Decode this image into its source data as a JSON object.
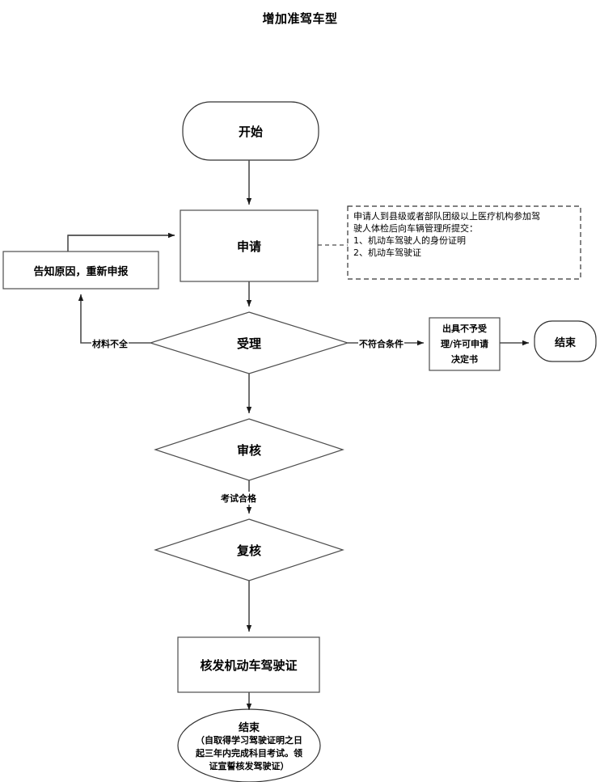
{
  "document": {
    "title": "增加准驾车型"
  },
  "nodes": {
    "start": {
      "label": "开始",
      "shape": "rounded-terminator"
    },
    "apply": {
      "label": "申请",
      "shape": "process"
    },
    "notify_reapply": {
      "label": "告知原因，重新申报",
      "shape": "process"
    },
    "accept": {
      "label": "受理",
      "shape": "decision"
    },
    "reject_doc": {
      "label_lines": [
        "出具不予受",
        "理/许可申请",
        "决定书"
      ],
      "shape": "process"
    },
    "end_reject": {
      "label": "结束",
      "shape": "rounded-terminator"
    },
    "review": {
      "label": "审核",
      "shape": "decision"
    },
    "recheck": {
      "label": "复核",
      "shape": "decision"
    },
    "issue_license": {
      "label": "核发机动车驾驶证",
      "shape": "process"
    },
    "end_final": {
      "label": "结束",
      "sub_lines": [
        "（自取得学习驾驶证明之日",
        "起三年内完成科目考试。领",
        "证宣誓核发驾驶证）"
      ],
      "shape": "ellipse-terminator"
    }
  },
  "note": {
    "lines": [
      "申请人到县级或者部队团级以上医疗机构参加驾",
      "驶人体检后向车辆管理所提交：",
      "1、机动车驾驶人的身份证明",
      "2、机动车驾驶证"
    ],
    "border_style": "dashed"
  },
  "edge_labels": {
    "incomplete_materials": "材料不全",
    "not_qualified": "不符合条件",
    "exam_passed": "考试合格"
  },
  "colors": {
    "stroke": "#4d4d4d",
    "stroke_dark": "#333333",
    "text": "#000000",
    "background": "#ffffff"
  }
}
